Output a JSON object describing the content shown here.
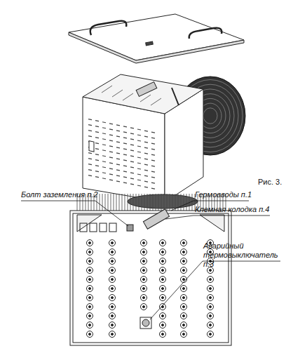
{
  "diagram": {
    "labels": [
      "Рис. 3.",
      "Болт заземления п.2",
      "Гермовводы п.1",
      "Клемная колодка п.4",
      "Аварийный термовыключатель п.3"
    ]
  }
}
